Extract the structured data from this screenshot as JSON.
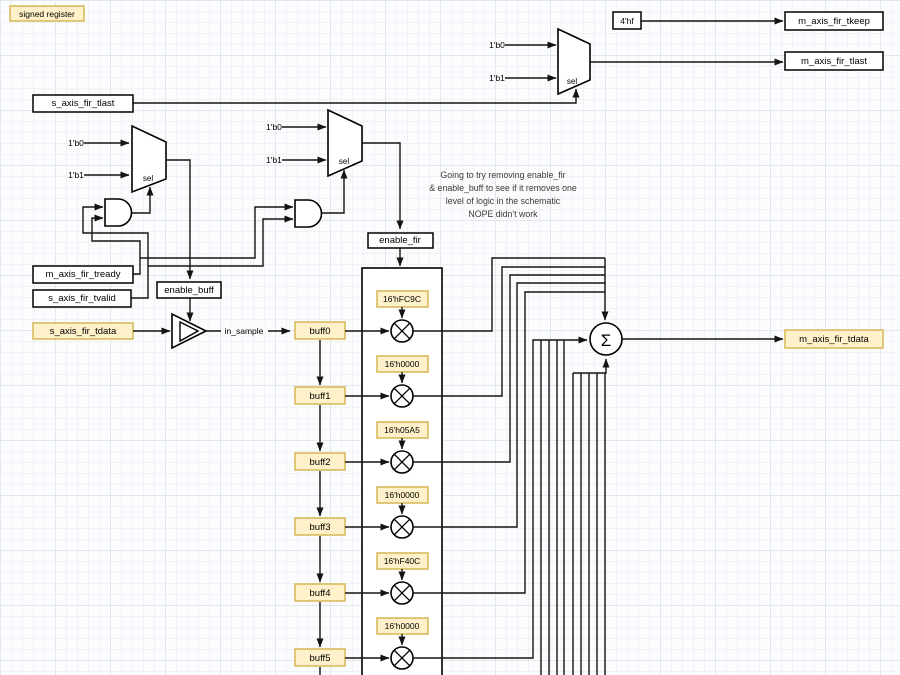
{
  "note": {
    "signed_register": "signed register"
  },
  "constants": {
    "tkeep_value": "4'hf"
  },
  "inputs": {
    "tlast": "s_axis_fir_tlast",
    "tready": "m_axis_fir_tready",
    "tvalid": "s_axis_fir_tvalid",
    "tdata": "s_axis_fir_tdata"
  },
  "outputs": {
    "tkeep": "m_axis_fir_tkeep",
    "tlast": "m_axis_fir_tlast",
    "tdata": "m_axis_fir_tdata"
  },
  "registers": {
    "enable_buff": "enable_buff",
    "enable_fir": "enable_fir"
  },
  "muxes": {
    "tlast": {
      "in0": "1'b0",
      "in1": "1'b1",
      "sel": "sel"
    },
    "buff": {
      "in0": "1'b0",
      "in1": "1'b1",
      "sel": "sel"
    },
    "fir": {
      "in0": "1'b0",
      "in1": "1'b1",
      "sel": "sel"
    }
  },
  "wire_labels": {
    "in_sample": "in_sample"
  },
  "summer": {
    "symbol": "Σ"
  },
  "annotation": {
    "line1": "Going to try removing enable_fir",
    "line2": "& enable_buff to see if it removes one",
    "line3": "level of logic in the schematic",
    "line4": "NOPE didn't work"
  },
  "taps": [
    {
      "buff": "buff0",
      "coef": "16'hFC9C"
    },
    {
      "buff": "buff1",
      "coef": "16'h0000"
    },
    {
      "buff": "buff2",
      "coef": "16'h05A5"
    },
    {
      "buff": "buff3",
      "coef": "16'h0000"
    },
    {
      "buff": "buff4",
      "coef": "16'hF40C"
    },
    {
      "buff": "buff5",
      "coef": "16'h0000"
    }
  ],
  "colors": {
    "yellow_fill": "#fff1c9",
    "yellow_border": "#d6b656",
    "wire": "#141414"
  }
}
